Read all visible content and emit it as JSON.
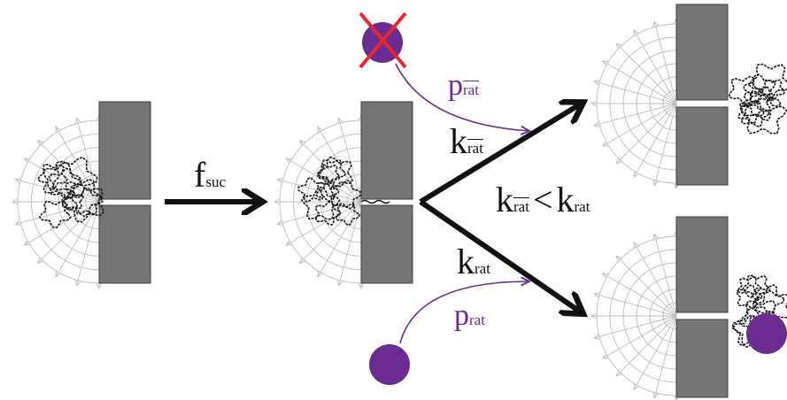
{
  "colors": {
    "wall": "#757575",
    "wall_edge": "#3a3a3a",
    "guide": "#bdbdbd",
    "polymer": "#1a1a1a",
    "arrow": "#111111",
    "particle": "#6a2c91",
    "cross": "#e8262b"
  },
  "labels": {
    "f_main": "f",
    "f_sub": "suc",
    "k_top_main": "k",
    "k_top_sub": "rat",
    "p_top_main": "p",
    "p_top_sub": "rat",
    "ineq_left_main": "k",
    "ineq_left_sub": "rat",
    "ineq_op": "<",
    "ineq_right_main": "k",
    "ineq_right_sub": "rat",
    "k_bottom_main": "k",
    "k_bottom_sub": "rat",
    "p_bottom_main": "p",
    "p_bottom_sub": "rat"
  }
}
